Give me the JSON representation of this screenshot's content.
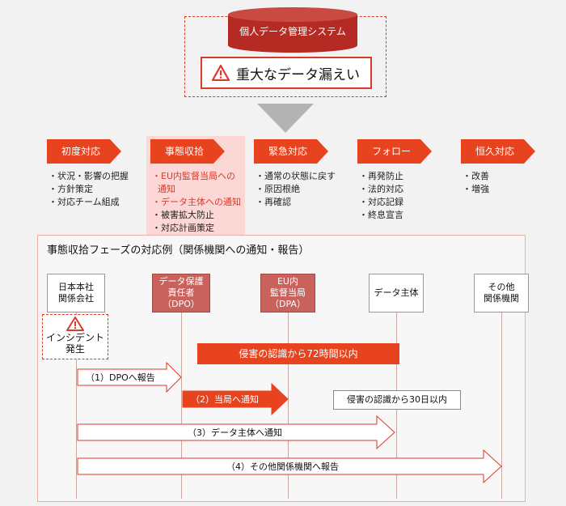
{
  "system": {
    "db_label": "個人データ管理システム",
    "alert_text": "重大なデータ漏えい",
    "alert_icon": "warning-triangle-icon"
  },
  "phases": [
    {
      "label": "初度対応",
      "items": [
        "状況・影響の把握",
        "方針策定",
        "対応チーム組成"
      ]
    },
    {
      "label": "事態収拾",
      "items": [
        "EU内監督当局への",
        "通知",
        "データ主体への通知",
        "被害拡大防止",
        "対応計画策定"
      ]
    },
    {
      "label": "緊急対応",
      "items": [
        "通常の状態に戻す",
        "原因根絶",
        "再確認"
      ]
    },
    {
      "label": "フォロー",
      "items": [
        "再発防止",
        "法的対応",
        "対応記録",
        "終息宣言"
      ]
    },
    {
      "label": "恒久対応",
      "items": [
        "改善",
        "増強"
      ]
    }
  ],
  "panel": {
    "title": "事態収拾フェーズの対応例（関係機関への通知・報告）",
    "entities": [
      {
        "line1": "日本本社",
        "line2": "関係会社",
        "line3": ""
      },
      {
        "line1": "データ保護",
        "line2": "責任者",
        "line3": "（DPO）"
      },
      {
        "line1": "EU内",
        "line2": "監督当局",
        "line3": "（DPA）"
      },
      {
        "line1": "データ主体",
        "line2": "",
        "line3": ""
      },
      {
        "line1": "その他",
        "line2": "関係機関",
        "line3": ""
      }
    ],
    "incident": {
      "line1": "インシデント",
      "line2": "発生"
    },
    "deadline_72h": "侵害の認識から72時間以内",
    "deadline_30d": "侵害の認識から30日以内",
    "steps": [
      "（1）DPOへ報告",
      "（2）当局へ通知",
      "（3）データ主体へ通知",
      "（4）その他関係機関へ報告"
    ]
  },
  "colors": {
    "accent": "#e8431f",
    "alert_red": "#d93a2b",
    "db_dark_red": "#b52b24",
    "highlight_pink": "#fbd7d5",
    "entity_dark": "#c9625c"
  }
}
